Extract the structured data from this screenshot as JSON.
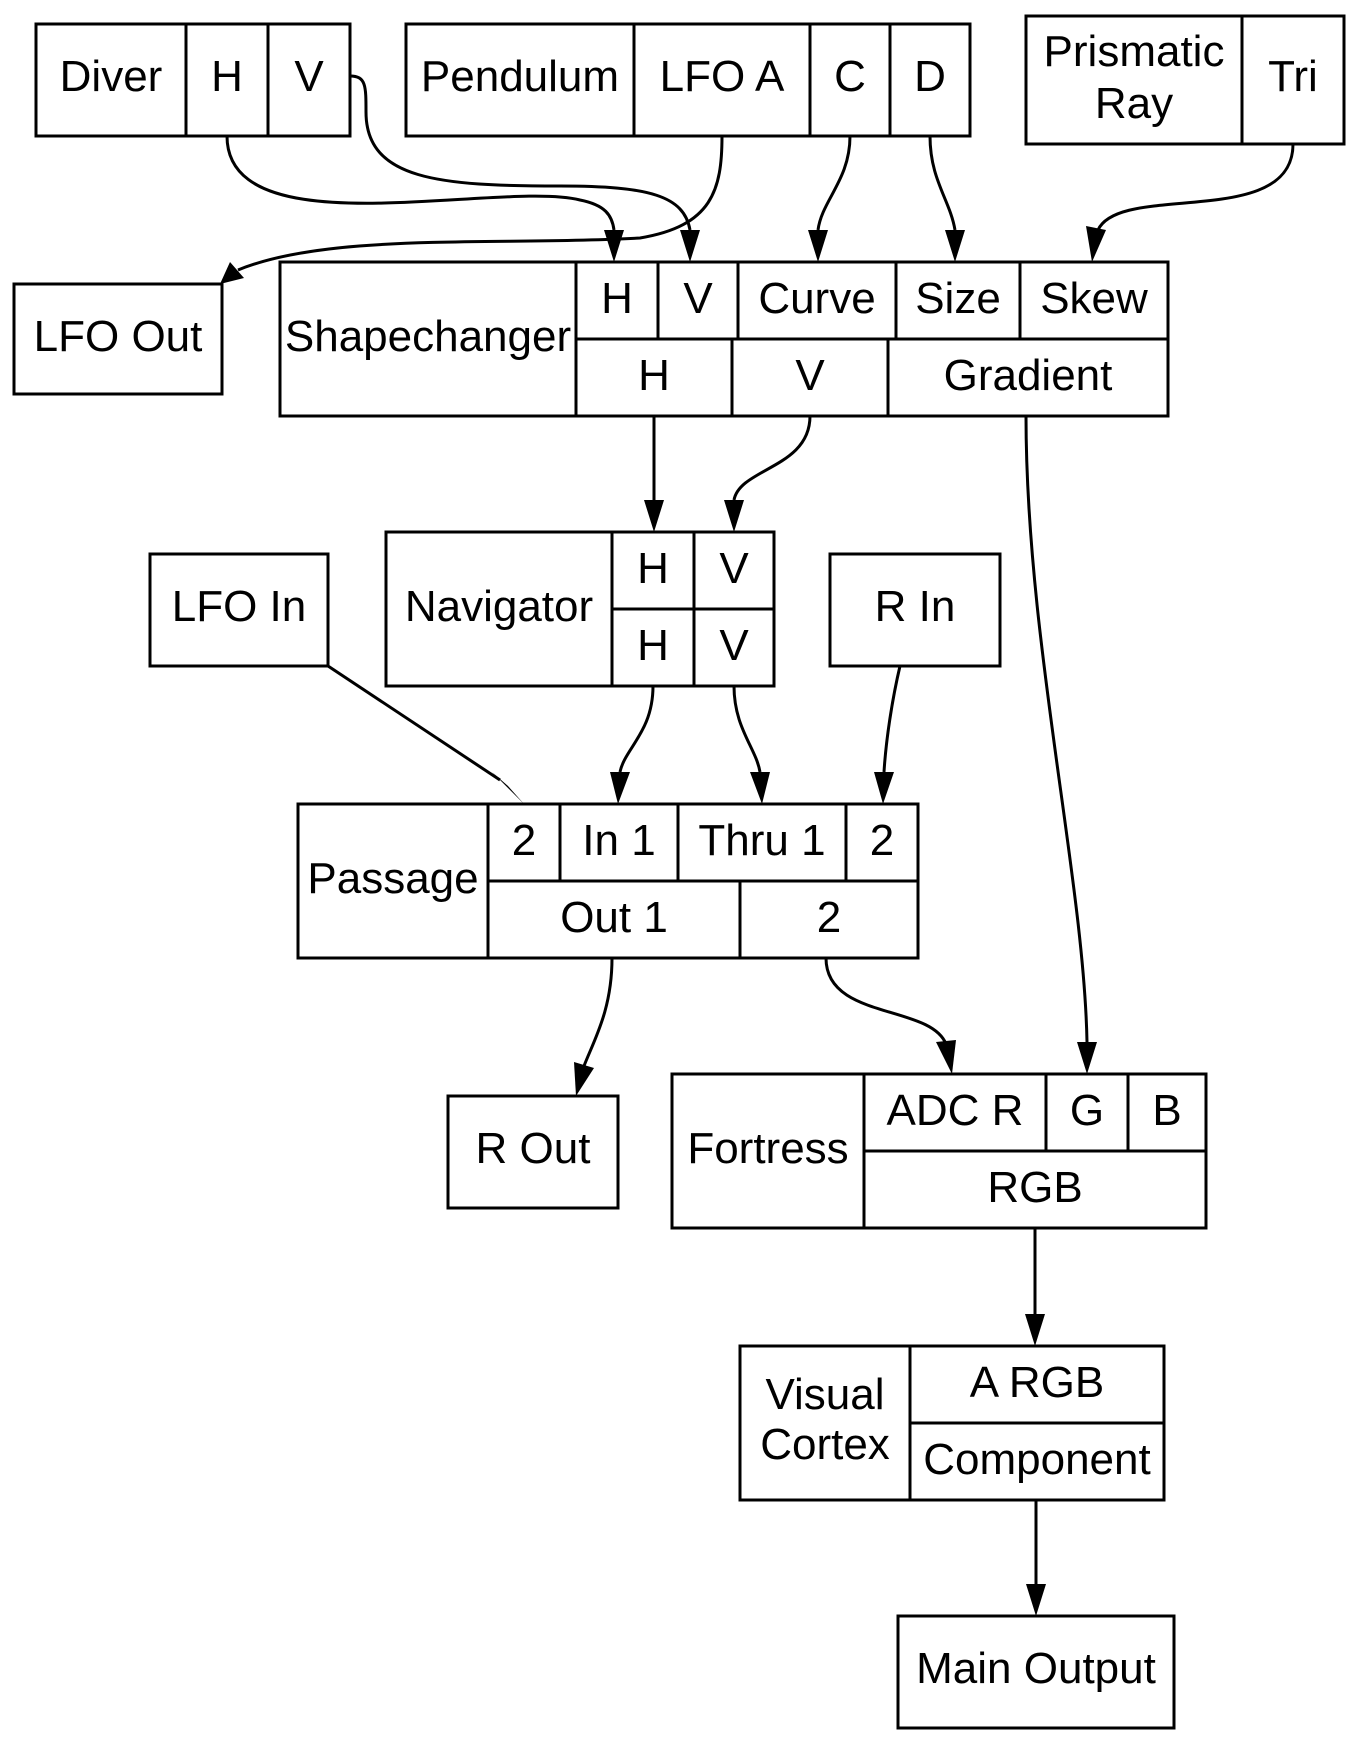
{
  "nodes": {
    "diver": {
      "name": "Diver",
      "h": "H",
      "v": "V"
    },
    "pendulum": {
      "name": "Pendulum",
      "lfo_a": "LFO A",
      "c": "C",
      "d": "D"
    },
    "prismatic": {
      "name_line1": "Prismatic",
      "name_line2": "Ray",
      "tri": "Tri"
    },
    "lfo_out": {
      "name": "LFO Out"
    },
    "shapechanger": {
      "name": "Shapechanger",
      "in_h": "H",
      "in_v": "V",
      "in_curve": "Curve",
      "in_size": "Size",
      "in_skew": "Skew",
      "out_h": "H",
      "out_v": "V",
      "out_gradient": "Gradient"
    },
    "lfo_in": {
      "name": "LFO In"
    },
    "navigator": {
      "name": "Navigator",
      "in_h": "H",
      "in_v": "V",
      "out_h": "H",
      "out_v": "V"
    },
    "r_in": {
      "name": "R In"
    },
    "passage": {
      "name": "Passage",
      "in_2a": "2",
      "in_1": "In 1",
      "thru_1": "Thru 1",
      "in_2b": "2",
      "out_1": "Out 1",
      "out_2": "2"
    },
    "r_out": {
      "name": "R Out"
    },
    "fortress": {
      "name": "Fortress",
      "adc_r": "ADC R",
      "g": "G",
      "b": "B",
      "rgb": "RGB"
    },
    "visual_cortex": {
      "name_line1": "Visual",
      "name_line2": "Cortex",
      "a_rgb": "A RGB",
      "component": "Component"
    },
    "main_output": {
      "name": "Main Output"
    }
  },
  "connections": [
    {
      "from": "Diver H",
      "to": "Shapechanger H"
    },
    {
      "from": "Diver V",
      "to": "Shapechanger V"
    },
    {
      "from": "Pendulum LFO A",
      "to": "LFO Out"
    },
    {
      "from": "Pendulum C",
      "to": "Shapechanger Curve"
    },
    {
      "from": "Pendulum D",
      "to": "Shapechanger Size"
    },
    {
      "from": "Prismatic Ray Tri",
      "to": "Shapechanger Skew"
    },
    {
      "from": "Shapechanger H",
      "to": "Navigator H"
    },
    {
      "from": "Shapechanger V",
      "to": "Navigator V"
    },
    {
      "from": "Shapechanger Gradient",
      "to": "Fortress G"
    },
    {
      "from": "LFO In",
      "to": "Passage 2"
    },
    {
      "from": "Navigator H",
      "to": "Passage In 1"
    },
    {
      "from": "Navigator V",
      "to": "Passage Thru 1"
    },
    {
      "from": "R In",
      "to": "Passage 2"
    },
    {
      "from": "Passage Out 1",
      "to": "R Out"
    },
    {
      "from": "Passage 2",
      "to": "Fortress ADC R"
    },
    {
      "from": "Fortress RGB",
      "to": "Visual Cortex A RGB"
    },
    {
      "from": "Visual Cortex Component",
      "to": "Main Output"
    }
  ]
}
